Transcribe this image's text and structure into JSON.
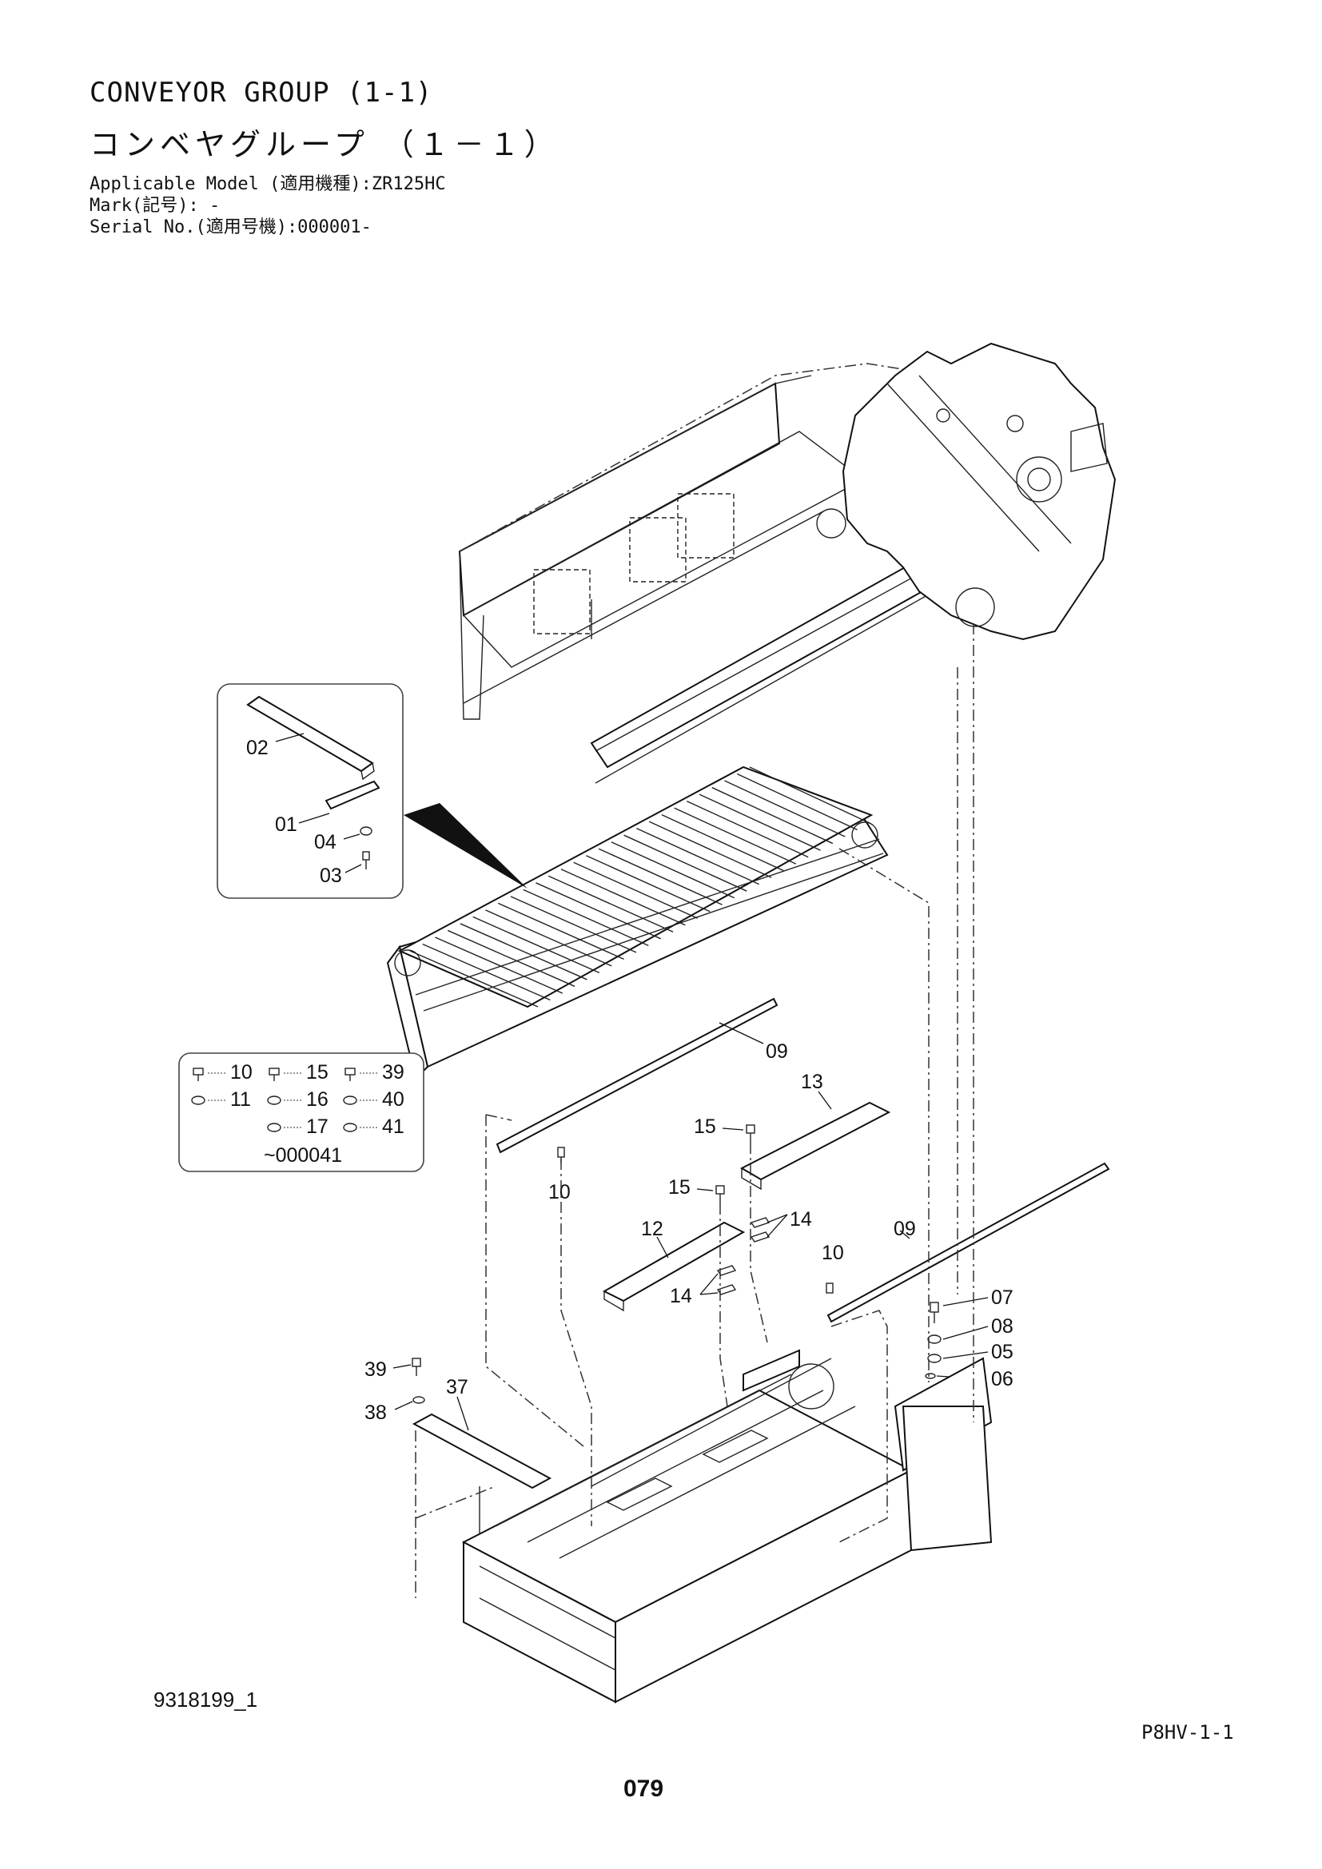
{
  "header": {
    "title_en": "CONVEYOR GROUP (1-1)",
    "title_jp": "コンベヤグループ （１－１）",
    "applicable_model": "Applicable Model (適用機種):ZR125HC",
    "mark": "Mark(記号): -",
    "serial_no": "Serial No.(適用号機):000001-"
  },
  "callouts": {
    "c02": "02",
    "c01": "01",
    "c04": "04",
    "c03": "03",
    "c09a": "09",
    "c09b": "09",
    "c10a": "10",
    "c10b": "10",
    "c13": "13",
    "c15a": "15",
    "c15b": "15",
    "c12": "12",
    "c14a": "14",
    "c14b": "14",
    "c07": "07",
    "c08": "08",
    "c05": "05",
    "c06": "06",
    "c39": "39",
    "c38": "38",
    "c37": "37"
  },
  "hardware_legend": {
    "rows": [
      [
        "10",
        "15",
        "39"
      ],
      [
        "11",
        "16",
        "40"
      ],
      [
        "",
        "17",
        "41"
      ]
    ],
    "serial_range": "~000041"
  },
  "footer": {
    "drawing_code": "9318199_1",
    "page_ref": "P8HV-1-1",
    "page_number": "079"
  }
}
